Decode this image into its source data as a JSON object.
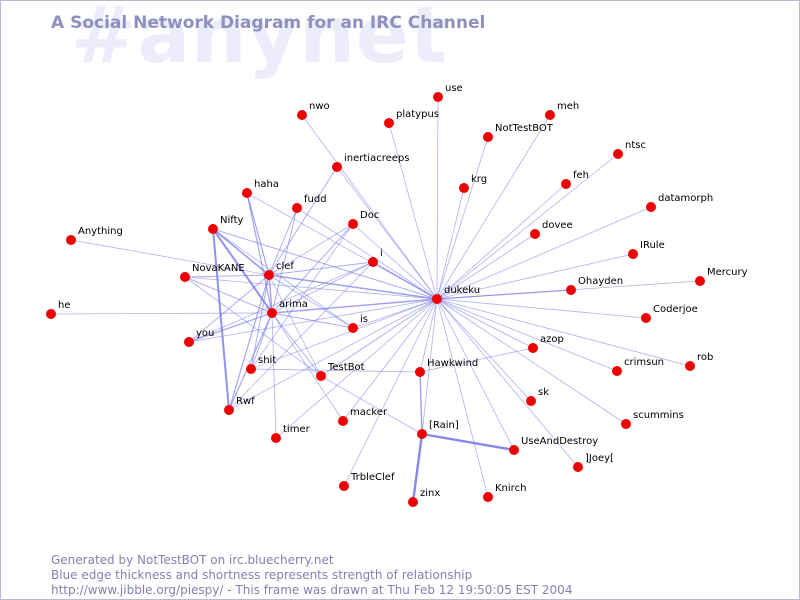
{
  "watermark": "#anynet",
  "title": "A Social Network Diagram for an IRC Channel",
  "footer": {
    "line1": "Generated by NotTestBOT on irc.bluecherry.net",
    "line2": "Blue edge thickness and shortness represents strength of relationship",
    "line3": "http://www.jibble.org/piespy/ - This frame was drawn at Thu Feb 12 19:50:05 EST 2004"
  },
  "colors": {
    "node": "#ee0000",
    "edge": "#7b7bea",
    "title": "#8f90bd",
    "watermark": "#ececfb"
  },
  "nodes": [
    {
      "id": "dukeku",
      "label": "dukeku"
    },
    {
      "id": "clef",
      "label": "clef"
    },
    {
      "id": "arima",
      "label": "arima"
    },
    {
      "id": "Nifty",
      "label": "Nifty"
    },
    {
      "id": "Rwf",
      "label": "Rwf"
    },
    {
      "id": "rain",
      "label": "[Rain]"
    },
    {
      "id": "zinx",
      "label": "zinx"
    },
    {
      "id": "UseAndDestroy",
      "label": "UseAndDestroy"
    },
    {
      "id": "use",
      "label": "use"
    },
    {
      "id": "nwo",
      "label": "nwo"
    },
    {
      "id": "platypus",
      "label": "platypus"
    },
    {
      "id": "meh",
      "label": "meh"
    },
    {
      "id": "NotTestBOT",
      "label": "NotTestBOT"
    },
    {
      "id": "ntsc",
      "label": "ntsc"
    },
    {
      "id": "inertiacreeps",
      "label": "inertiacreeps"
    },
    {
      "id": "haha",
      "label": "haha"
    },
    {
      "id": "fudd",
      "label": "fudd"
    },
    {
      "id": "krg",
      "label": "krg"
    },
    {
      "id": "feh",
      "label": "feh"
    },
    {
      "id": "datamorph",
      "label": "datamorph"
    },
    {
      "id": "Doc",
      "label": "Doc"
    },
    {
      "id": "dovee",
      "label": "dovee"
    },
    {
      "id": "Anything",
      "label": "Anything"
    },
    {
      "id": "i",
      "label": "i"
    },
    {
      "id": "IRule",
      "label": "IRule"
    },
    {
      "id": "NovaKANE",
      "label": "NovaKANE"
    },
    {
      "id": "Mercury",
      "label": "Mercury"
    },
    {
      "id": "Ohayden",
      "label": "Ohayden"
    },
    {
      "id": "he",
      "label": "he"
    },
    {
      "id": "Coderjoe",
      "label": "Coderjoe"
    },
    {
      "id": "is",
      "label": "is"
    },
    {
      "id": "you",
      "label": "you"
    },
    {
      "id": "azop",
      "label": "azop"
    },
    {
      "id": "shit",
      "label": "shit"
    },
    {
      "id": "Hawkwind",
      "label": "Hawkwind"
    },
    {
      "id": "crimsun",
      "label": "crimsun"
    },
    {
      "id": "rob",
      "label": "rob"
    },
    {
      "id": "TestBot",
      "label": "TestBot"
    },
    {
      "id": "sk",
      "label": "sk"
    },
    {
      "id": "macker",
      "label": "macker"
    },
    {
      "id": "scummins",
      "label": "scummins"
    },
    {
      "id": "timer",
      "label": "timer"
    },
    {
      "id": "Joey",
      "label": "]Joey["
    },
    {
      "id": "TrbleClef",
      "label": "TrbleClef"
    },
    {
      "id": "Knirch",
      "label": "Knirch"
    }
  ],
  "edges": [
    {
      "from": "dukeku",
      "to": "use",
      "strength": 1
    },
    {
      "from": "dukeku",
      "to": "nwo",
      "strength": 1
    },
    {
      "from": "dukeku",
      "to": "platypus",
      "strength": 1
    },
    {
      "from": "dukeku",
      "to": "meh",
      "strength": 1
    },
    {
      "from": "dukeku",
      "to": "NotTestBOT",
      "strength": 1
    },
    {
      "from": "dukeku",
      "to": "ntsc",
      "strength": 1
    },
    {
      "from": "dukeku",
      "to": "inertiacreeps",
      "strength": 1
    },
    {
      "from": "dukeku",
      "to": "krg",
      "strength": 1
    },
    {
      "from": "dukeku",
      "to": "feh",
      "strength": 1
    },
    {
      "from": "dukeku",
      "to": "datamorph",
      "strength": 1
    },
    {
      "from": "dukeku",
      "to": "dovee",
      "strength": 1
    },
    {
      "from": "dukeku",
      "to": "IRule",
      "strength": 1
    },
    {
      "from": "dukeku",
      "to": "Mercury",
      "strength": 1
    },
    {
      "from": "dukeku",
      "to": "Ohayden",
      "strength": 1.5
    },
    {
      "from": "dukeku",
      "to": "Coderjoe",
      "strength": 1
    },
    {
      "from": "dukeku",
      "to": "azop",
      "strength": 1
    },
    {
      "from": "dukeku",
      "to": "crimsun",
      "strength": 1
    },
    {
      "from": "dukeku",
      "to": "rob",
      "strength": 1
    },
    {
      "from": "dukeku",
      "to": "sk",
      "strength": 1
    },
    {
      "from": "dukeku",
      "to": "scummins",
      "strength": 1
    },
    {
      "from": "dukeku",
      "to": "Joey",
      "strength": 1
    },
    {
      "from": "dukeku",
      "to": "Knirch",
      "strength": 1
    },
    {
      "from": "dukeku",
      "to": "TrbleClef",
      "strength": 1
    },
    {
      "from": "dukeku",
      "to": "UseAndDestroy",
      "strength": 1
    },
    {
      "from": "dukeku",
      "to": "rain",
      "strength": 1
    },
    {
      "from": "dukeku",
      "to": "macker",
      "strength": 1
    },
    {
      "from": "dukeku",
      "to": "timer",
      "strength": 1
    },
    {
      "from": "dukeku",
      "to": "TestBot",
      "strength": 1.2
    },
    {
      "from": "dukeku",
      "to": "Hawkwind",
      "strength": 1
    },
    {
      "from": "dukeku",
      "to": "Rwf",
      "strength": 1
    },
    {
      "from": "dukeku",
      "to": "shit",
      "strength": 1
    },
    {
      "from": "dukeku",
      "to": "you",
      "strength": 1
    },
    {
      "from": "dukeku",
      "to": "is",
      "strength": 1
    },
    {
      "from": "dukeku",
      "to": "arima",
      "strength": 1.8
    },
    {
      "from": "dukeku",
      "to": "clef",
      "strength": 1.8
    },
    {
      "from": "dukeku",
      "to": "i",
      "strength": 1.5
    },
    {
      "from": "dukeku",
      "to": "Doc",
      "strength": 1
    },
    {
      "from": "dukeku",
      "to": "fudd",
      "strength": 1
    },
    {
      "from": "dukeku",
      "to": "haha",
      "strength": 1
    },
    {
      "from": "dukeku",
      "to": "Nifty",
      "strength": 1.2
    },
    {
      "from": "dukeku",
      "to": "NovaKANE",
      "strength": 1
    },
    {
      "from": "clef",
      "to": "Nifty",
      "strength": 2
    },
    {
      "from": "clef",
      "to": "arima",
      "strength": 1.8
    },
    {
      "from": "clef",
      "to": "haha",
      "strength": 1.5
    },
    {
      "from": "clef",
      "to": "fudd",
      "strength": 1.2
    },
    {
      "from": "clef",
      "to": "inertiacreeps",
      "strength": 1.2
    },
    {
      "from": "clef",
      "to": "Doc",
      "strength": 1
    },
    {
      "from": "clef",
      "to": "i",
      "strength": 1.2
    },
    {
      "from": "clef",
      "to": "NovaKANE",
      "strength": 1.2
    },
    {
      "from": "clef",
      "to": "Anything",
      "strength": 1
    },
    {
      "from": "clef",
      "to": "you",
      "strength": 1.2
    },
    {
      "from": "clef",
      "to": "shit",
      "strength": 1.2
    },
    {
      "from": "clef",
      "to": "Rwf",
      "strength": 1.5
    },
    {
      "from": "clef",
      "to": "is",
      "strength": 1
    },
    {
      "from": "clef",
      "to": "TestBot",
      "strength": 1
    },
    {
      "from": "arima",
      "to": "Nifty",
      "strength": 2.5
    },
    {
      "from": "arima",
      "to": "haha",
      "strength": 1.5
    },
    {
      "from": "arima",
      "to": "fudd",
      "strength": 1.2
    },
    {
      "from": "arima",
      "to": "Doc",
      "strength": 1.2
    },
    {
      "from": "arima",
      "to": "i",
      "strength": 1.2
    },
    {
      "from": "arima",
      "to": "NovaKANE",
      "strength": 1.2
    },
    {
      "from": "arima",
      "to": "he",
      "strength": 1
    },
    {
      "from": "arima",
      "to": "you",
      "strength": 1.5
    },
    {
      "from": "arima",
      "to": "shit",
      "strength": 1.2
    },
    {
      "from": "arima",
      "to": "is",
      "strength": 1.2
    },
    {
      "from": "arima",
      "to": "TestBot",
      "strength": 1.2
    },
    {
      "from": "arima",
      "to": "timer",
      "strength": 1
    },
    {
      "from": "arima",
      "to": "macker",
      "strength": 1
    },
    {
      "from": "arima",
      "to": "Rwf",
      "strength": 1.5
    },
    {
      "from": "Nifty",
      "to": "Rwf",
      "strength": 2.5
    },
    {
      "from": "Nifty",
      "to": "is",
      "strength": 1
    },
    {
      "from": "NovaKANE",
      "to": "TestBot",
      "strength": 1
    },
    {
      "from": "shit",
      "to": "Doc",
      "strength": 1
    },
    {
      "from": "shit",
      "to": "Hawkwind",
      "strength": 1
    },
    {
      "from": "you",
      "to": "i",
      "strength": 1
    },
    {
      "from": "Rwf",
      "to": "i",
      "strength": 1
    },
    {
      "from": "TestBot",
      "to": "rain",
      "strength": 1
    },
    {
      "from": "rain",
      "to": "zinx",
      "strength": 3
    },
    {
      "from": "rain",
      "to": "UseAndDestroy",
      "strength": 3
    },
    {
      "from": "Hawkwind",
      "to": "azop",
      "strength": 1
    },
    {
      "from": "Hawkwind",
      "to": "rain",
      "strength": 1.8
    }
  ]
}
